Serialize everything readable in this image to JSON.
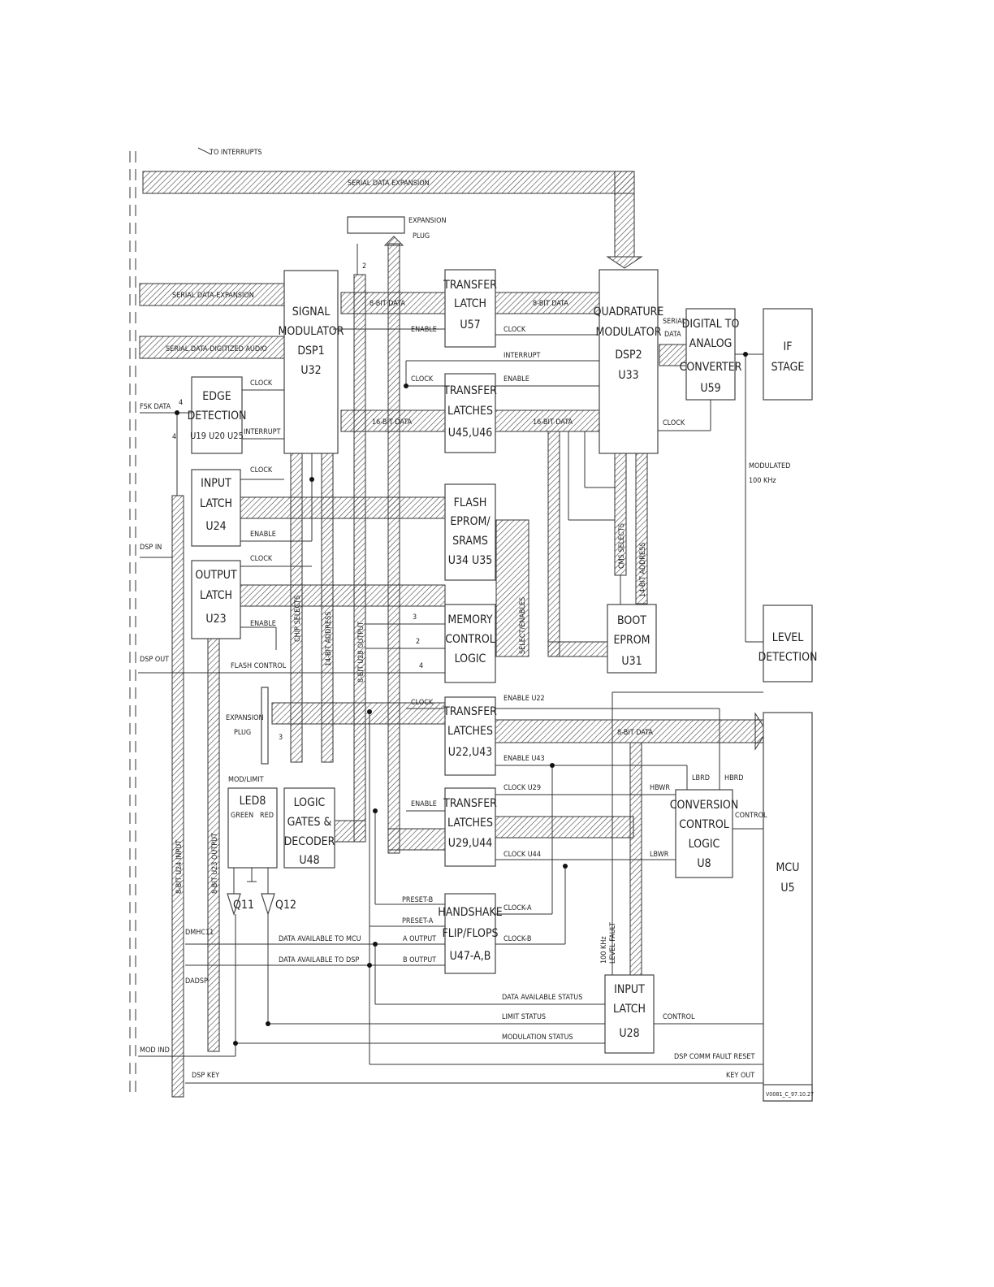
{
  "blocks": {
    "signal_modulator": [
      "SIGNAL",
      "MODULATOR",
      "DSP1",
      "U32"
    ],
    "transfer_latch_u57": [
      "TRANSFER",
      "LATCH",
      "U57"
    ],
    "quadrature_modulator": [
      "QUADRATURE",
      "MODULATOR",
      "DSP2",
      "U33"
    ],
    "dac": [
      "DIGITAL TO",
      "ANALOG",
      "CONVERTER",
      "U59"
    ],
    "if_stage": [
      "IF",
      "STAGE"
    ],
    "edge_detection": [
      "EDGE",
      "DETECTION",
      "U19 U20 U25"
    ],
    "transfer_latches_u45": [
      "TRANSFER",
      "LATCHES",
      "U45,U46"
    ],
    "input_latch_u24": [
      "INPUT",
      "LATCH",
      "U24"
    ],
    "flash_eprom": [
      "FLASH",
      "EPROM/",
      "SRAMS",
      "U34 U35"
    ],
    "output_latch_u23": [
      "OUTPUT",
      "LATCH",
      "U23"
    ],
    "memory_control": [
      "MEMORY",
      "CONTROL",
      "LOGIC"
    ],
    "boot_eprom": [
      "BOOT",
      "EPROM",
      "U31"
    ],
    "level_detection": [
      "LEVEL",
      "DETECTION"
    ],
    "transfer_latches_u22": [
      "TRANSFER",
      "LATCHES",
      "U22,U43"
    ],
    "mcu": [
      "MCU",
      "U5"
    ],
    "led8": [
      "LED8"
    ],
    "logic_gates": [
      "LOGIC",
      "GATES &",
      "DECODER",
      "U48"
    ],
    "transfer_latches_u29": [
      "TRANSFER",
      "LATCHES",
      "U29,U44"
    ],
    "conversion_control": [
      "CONVERSION",
      "CONTROL",
      "LOGIC",
      "U8"
    ],
    "handshake": [
      "HANDSHAKE",
      "FLIP/FLOPS",
      "U47-A,B"
    ],
    "input_latch_u28": [
      "INPUT",
      "LATCH",
      "U28"
    ]
  },
  "labels": {
    "to_interrupt": "TO INTERRUPTS",
    "serial_data_expansion_top": "SERIAL DATA EXPANSION",
    "expansion_plug_top": [
      "EXPANSION",
      "PLUG"
    ],
    "num_2": "2",
    "serial_data_expansion": "SERIAL DATA-EXPANSION",
    "serial_data_audio": "SERIAL DATA-DIGITIZED AUDIO",
    "bit8_data_a": "8-BIT DATA",
    "bit8_data_b": "8-BIT DATA",
    "serial_data": [
      "SERIAL",
      "DATA"
    ],
    "enable_u57": "ENABLE",
    "clock_u57": "CLOCK",
    "interrupt_dsp2": "INTERRUPT",
    "clock_edge": "CLOCK",
    "clock_u45": "CLOCK",
    "enable_u45": "ENABLE",
    "fsk_data": "FSK DATA",
    "num_4a": "4",
    "num_4b": "4",
    "interrupt_edge": "INTERRUPT",
    "bit16_a": "16-BIT DATA",
    "bit16_b": "16-BIT DATA",
    "clock_dac": "CLOCK",
    "modulated": [
      "MODULATED",
      "100 KHz"
    ],
    "clock_u24": "CLOCK",
    "enable_u24": "ENABLE",
    "dsp_in": "DSP IN",
    "clock_u23": "CLOCK",
    "enable_u23": "ENABLE",
    "chip_selects_v": "CHIP SELECTS",
    "addr14_v": "14-BIT ADDRESS",
    "u28_output_v": "8-BIT U28 OUTPUT",
    "cms_selects_v": "CMS SELECTS",
    "addr14_v2": "14-BIT ADDRESS",
    "select_enables_v": "SELECT/ENABLES",
    "num_3": "3",
    "num_2b": "2",
    "num_4c": "4",
    "dsp_out": "DSP OUT",
    "flash_control": "FLASH CONTROL",
    "expansion_plug_mid": [
      "EXPANSION",
      "PLUG"
    ],
    "num_3b": "3",
    "clock_u22": "CLOCK",
    "enable_u22": "ENABLE U22",
    "bit8_data_c": "8-BIT DATA",
    "enable_u43": "ENABLE U43",
    "mod_limit": "MOD/LIMIT",
    "green": "GREEN",
    "red": "RED",
    "enable_u29": "ENABLE",
    "clock_u29": "CLOCK U29",
    "clock_u44": "CLOCK U44",
    "lbrd": "LBRD",
    "hbrd": "HBRD",
    "hbwr": "HBWR",
    "lbwr": "LBWR",
    "control_u8": "CONTROL",
    "u24_input_v": "8-BIT U24 INPUT",
    "u23_output_v": "8-BIT U23 OUTPUT",
    "q11": "Q11",
    "q12": "Q12",
    "level_fault_v": [
      "100 KHz",
      "LEVEL FAULT"
    ],
    "preset_b": "PRESET-B",
    "preset_a": "PRESET-A",
    "clock_a": "CLOCK-A",
    "clock_b": "CLOCK-B",
    "a_output": "A OUTPUT",
    "b_output": "B OUTPUT",
    "dmhc": "DMHC11",
    "dadsp": "DADSP",
    "data_avail_mcu": "DATA AVAILABLE TO MCU",
    "data_avail_dsp": "DATA AVAILABLE TO DSP",
    "data_avail_status": "DATA AVAILABLE STATUS",
    "limit_status": "LIMIT STATUS",
    "modulation_status": "MODULATION STATUS",
    "control_u28": "CONTROL",
    "mod_ind": "MOD IND",
    "dsp_comm_fault": "DSP COMM FAULT RESET",
    "dsp_key": "DSP KEY",
    "key_out": "KEY OUT",
    "drawing_id": "V0081_C_97.10.27"
  }
}
